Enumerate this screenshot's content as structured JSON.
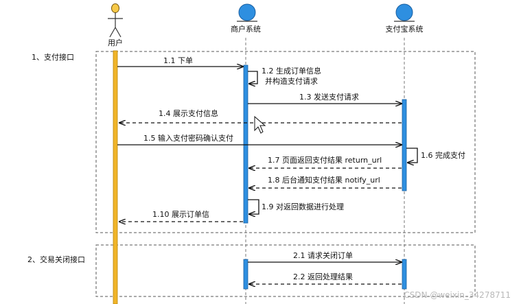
{
  "participants": {
    "user": "用户",
    "merchant": "商户系统",
    "alipay": "支付宝系统"
  },
  "frames": {
    "pay": "1、支付接口",
    "close": "2、交易关闭接口"
  },
  "messages": {
    "m1_1": "1.1 下单",
    "m1_2a": "1.2 生成订单信息",
    "m1_2b": "并构造支付请求",
    "m1_3": "1.3 发送支付请求",
    "m1_4": "1.4 展示支付信息",
    "m1_5": "1.5 输入支付密码确认支付",
    "m1_6": "1.6 完成支付",
    "m1_7": "1.7 页面返回支付结果 return_url",
    "m1_8": "1.8 后台通知支付结果 notify_url",
    "m1_9": "1.9 对返回数据进行处理",
    "m1_10": "1.10 展示订单信",
    "m2_1": "2.1 请求关闭订单",
    "m2_2": "2.2 返回处理结果"
  },
  "watermark": "CSDN @weixin_34278711",
  "colors": {
    "user_lifeline": "#f0b429",
    "activation": "#2e8fe0",
    "entity": "#2e8fe0",
    "actor_head": "#f7c948"
  }
}
